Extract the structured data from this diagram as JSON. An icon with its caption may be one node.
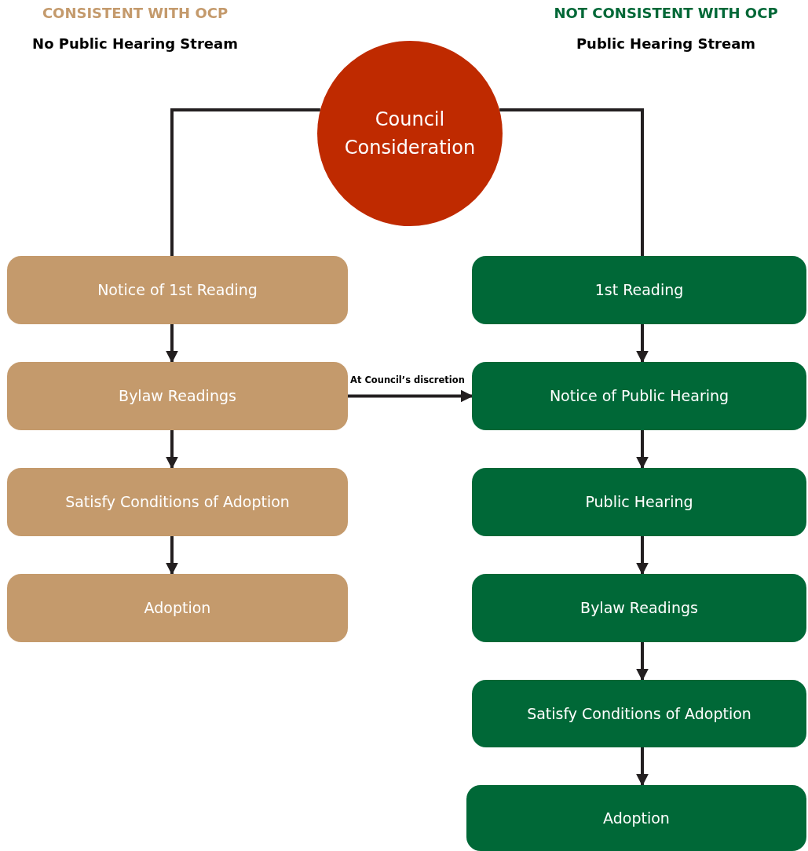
{
  "diagram": {
    "nodes": [
      {
        "text": [
          "Council Consideration"
        ]
      },
      {
        "text": [
          "Notice of 1st Reading"
        ]
      },
      {
        "text": [
          "Bylaw Readings"
        ]
      },
      {
        "text": [
          "Satisfy Conditions of Adoption"
        ]
      },
      {
        "text": [
          "Adoption"
        ]
      },
      {
        "text": [
          "1st Reading"
        ]
      },
      {
        "text": [
          "Notice of Public Hearing"
        ]
      },
      {
        "text": [
          "Public Hearing"
        ]
      },
      {
        "text": [
          "Bylaw Readings"
        ]
      },
      {
        "text": [
          "Satisfy Conditions of Adoption"
        ]
      },
      {
        "text": [
          "Adoption"
        ]
      }
    ],
    "edges": [
      {
        "from": 0,
        "to": 1,
        "arrow": "none"
      },
      {
        "from": 0,
        "to": 5,
        "arrow": "none"
      },
      {
        "from": 1,
        "to": 2,
        "arrow": "to"
      },
      {
        "from": 2,
        "to": 3,
        "arrow": "to"
      },
      {
        "from": 3,
        "to": 4,
        "arrow": "to"
      },
      {
        "from": 2,
        "to": 6,
        "arrow": "to",
        "label": "At Council’s discretion"
      },
      {
        "from": 5,
        "to": 6,
        "arrow": "to"
      },
      {
        "from": 6,
        "to": 7,
        "arrow": "to"
      },
      {
        "from": 7,
        "to": 8,
        "arrow": "to"
      },
      {
        "from": 8,
        "to": 9,
        "arrow": "to"
      },
      {
        "from": 9,
        "to": 10,
        "arrow": "to"
      }
    ],
    "labels": [
      "CONSISTENT WITH OCP",
      "NOT CONSISTENT WITH OCP",
      "No Public Hearing Stream",
      "Public Hearing Stream"
    ]
  }
}
